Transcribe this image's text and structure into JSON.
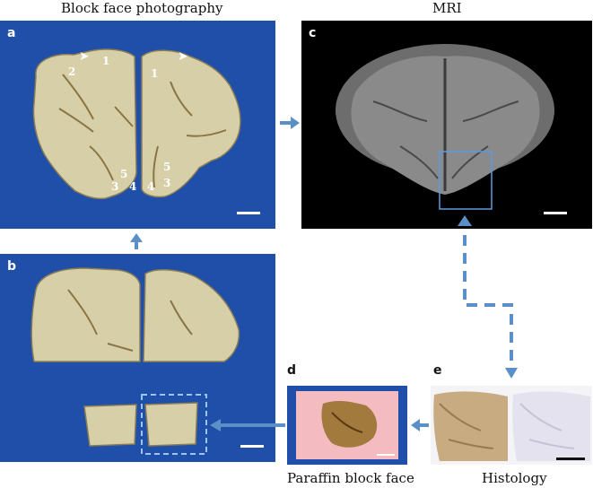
{
  "titles": {
    "block_face": "Block face photography",
    "mri": "MRI",
    "paraffin": "Paraffin block face",
    "histology": "Histology"
  },
  "panel_labels": {
    "a": "a",
    "b": "b",
    "c": "c",
    "d": "d",
    "e": "e"
  },
  "region_numbers": {
    "left": [
      "1",
      "2",
      "3",
      "4",
      "5"
    ],
    "right": [
      "1",
      "3",
      "4",
      "5"
    ]
  },
  "colors": {
    "photo_background": "#1f4fa8",
    "mri_background": "#000000",
    "arrow": "#5b8fc7",
    "tissue": "#d7cfa8",
    "paraffin": "#f4bcc0",
    "histology_stain": "#b89a70"
  }
}
